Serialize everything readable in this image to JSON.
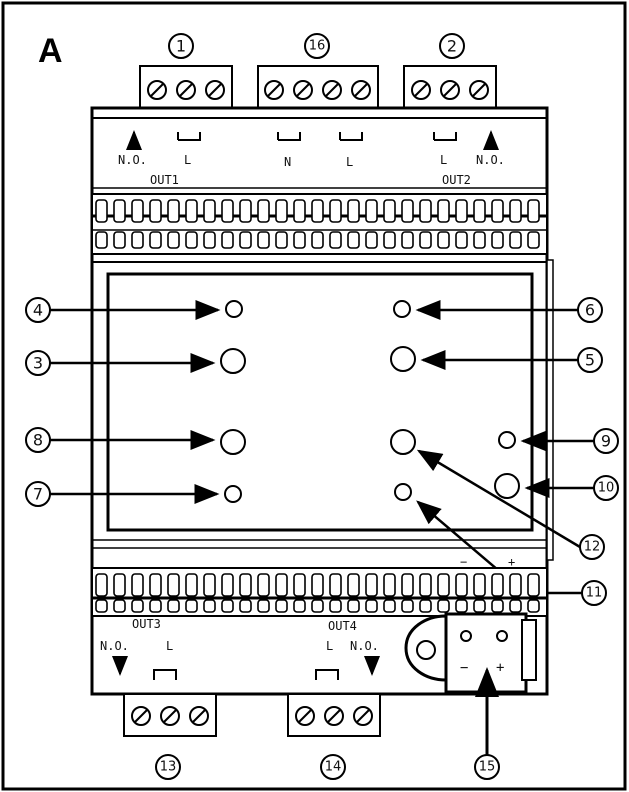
{
  "panel_letter": "A",
  "terminal_labels": {
    "out1_no": "N.O.",
    "out1_l": "L",
    "out1": "OUT1",
    "supply_n": "N",
    "supply_l": "L",
    "out2_l": "L",
    "out2_no": "N.O.",
    "out2": "OUT2",
    "out3": "OUT3",
    "out3_no": "N.O.",
    "out3_l": "L",
    "out4": "OUT4",
    "out4_l": "L",
    "out4_no": "N.O.",
    "bus_minus": "−",
    "bus_plus": "+"
  },
  "callouts": {
    "c1": "1",
    "c2": "2",
    "c3": "3",
    "c4": "4",
    "c5": "5",
    "c6": "6",
    "c7": "7",
    "c8": "8",
    "c9": "9",
    "c10": "10",
    "c11": "11",
    "c12": "12",
    "c13": "13",
    "c14": "14",
    "c15": "15",
    "c16": "16"
  }
}
